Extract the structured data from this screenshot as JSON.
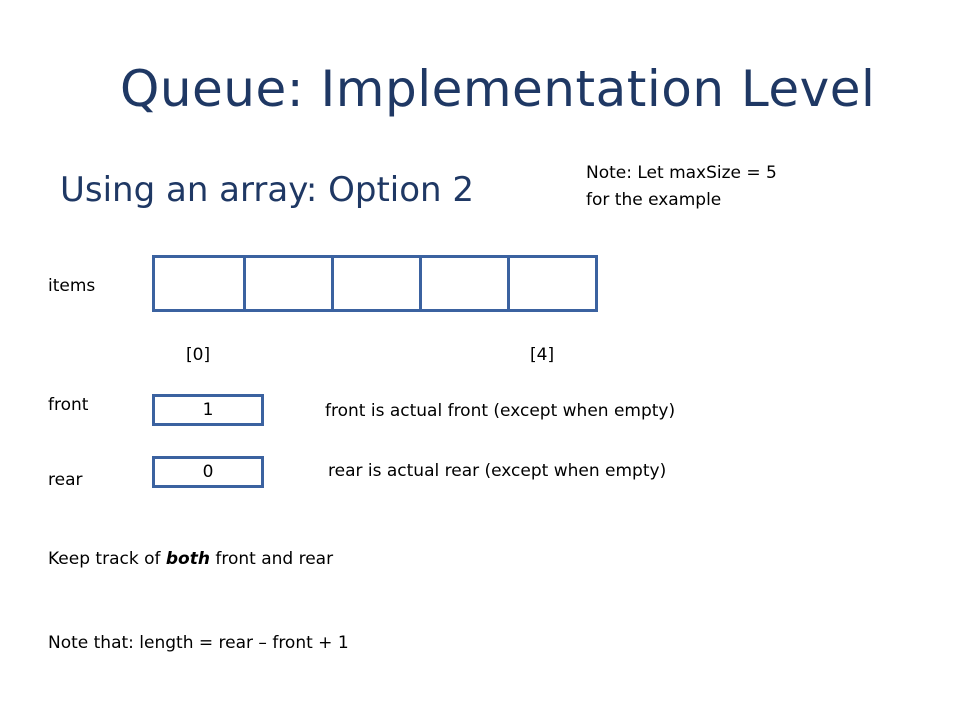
{
  "title": "Queue:  Implementation Level",
  "subtitle": "Using an array:  Option 2",
  "note": {
    "line1": "Note:  Let  maxSize = 5",
    "line2": "for the example"
  },
  "items_label": "items",
  "array": {
    "cells": [
      "",
      "",
      "",
      "",
      ""
    ],
    "first_index": "[0]",
    "last_index": "[4]"
  },
  "front": {
    "label": "front",
    "value": "1",
    "description": "front is actual front (except when empty)"
  },
  "rear": {
    "label": "rear",
    "value": "0",
    "description": "rear is actual rear (except when empty)"
  },
  "keep_track": {
    "before": "Keep track of ",
    "emphasis": "both",
    "after": " front and rear"
  },
  "length_note": "Note that:  length = rear – front + 1",
  "colors": {
    "title": "#1f3864",
    "box_border": "#3b62a0"
  }
}
